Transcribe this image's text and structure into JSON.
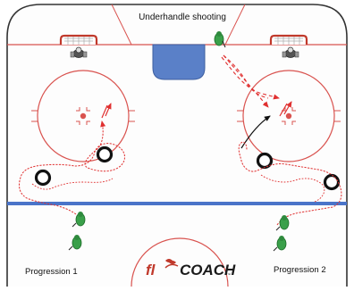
{
  "title": "Underhandle shooting",
  "labels": {
    "left": "Progression 1",
    "right": "Progression 2"
  },
  "logo": {
    "part1": "fl",
    "part2": "COACH",
    "tm": "™"
  },
  "colors": {
    "rink_line_red": "#d9534f",
    "blue_line": "#4a74c9",
    "crease_blue": "#5a80c8",
    "player_green": "#3aa04a",
    "path_red": "#e03030",
    "tire_black": "#111111",
    "board": "#333333"
  },
  "icons": [
    "hockey-net-icon",
    "goalie-icon",
    "player-icon",
    "tire-icon",
    "pass-arrow-icon",
    "skate-path-icon"
  ]
}
